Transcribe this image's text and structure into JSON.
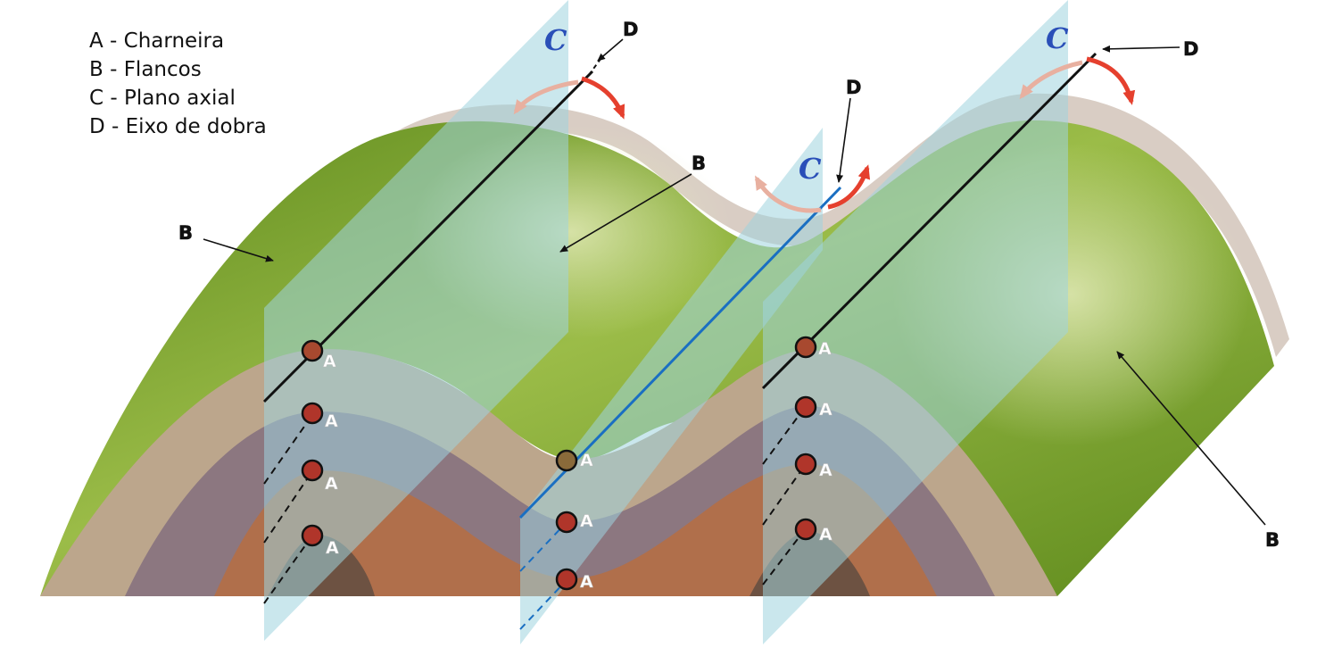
{
  "legend": [
    "A - Charneira",
    "B - Flancos",
    "C - Plano axial",
    "D - Eixo de dobra"
  ],
  "labels": {
    "hinge": "A",
    "flank": "B",
    "axial_plane": "C",
    "fold_axis": "D"
  },
  "colors": {
    "surface_green": "#8db03a",
    "surface_dark": "#5e8a1c",
    "layer_light": "#bca68c",
    "layer_purple": "#8c7780",
    "layer_orange": "#b06f4b",
    "layer_dark": "#6d5242",
    "axial_plane": "#9fd4de",
    "hinge_marker": "#b0352a",
    "arrow_red": "#e5402e",
    "axis_blue": "#1a6fc2"
  }
}
